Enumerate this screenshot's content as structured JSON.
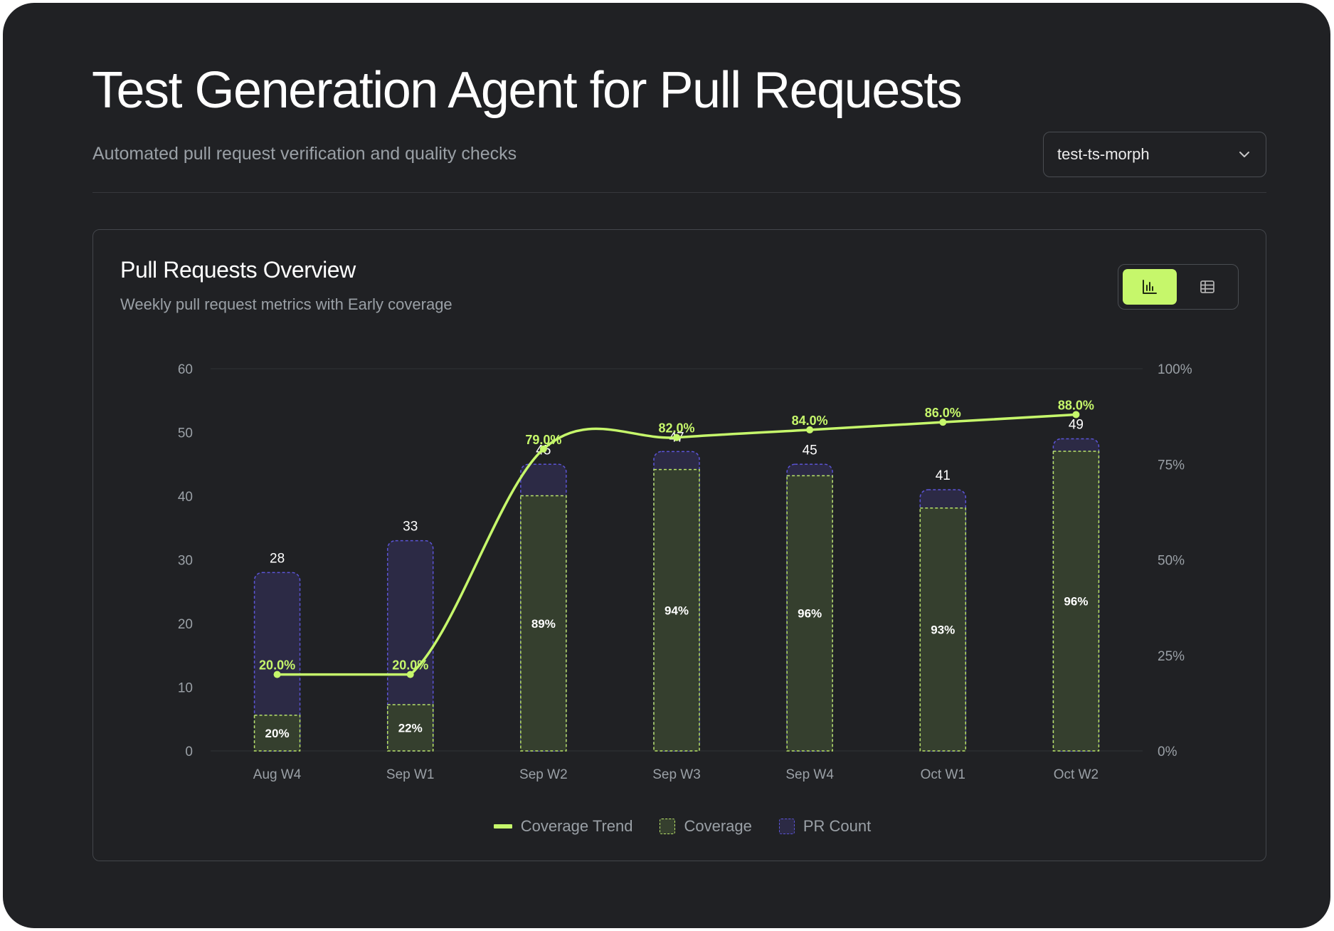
{
  "page": {
    "title": "Test Generation Agent for Pull Requests",
    "subtitle": "Automated pull request verification and quality checks",
    "repo_select": {
      "value": "test-ts-morph",
      "icon": "chevron-down-icon"
    }
  },
  "card": {
    "title": "Pull Requests Overview",
    "subtitle": "Weekly pull request metrics with Early coverage",
    "view_toggle": {
      "options": [
        {
          "icon": "bar-chart-icon",
          "active": true
        },
        {
          "icon": "table-icon",
          "active": false
        }
      ],
      "active_color": "#c6f76b"
    }
  },
  "chart_data": {
    "type": "bar",
    "categories": [
      "Aug W4",
      "Sep W1",
      "Sep W2",
      "Sep W3",
      "Sep W4",
      "Oct W1",
      "Oct W2"
    ],
    "series": [
      {
        "name": "PR Count",
        "axis": "left",
        "values": [
          28,
          33,
          45,
          47,
          45,
          41,
          49
        ],
        "color": "#2c2a45",
        "border": "#5b54d6"
      },
      {
        "name": "Coverage",
        "axis": "left",
        "stacked_within": "PR Count",
        "percent_labels": [
          "20%",
          "22%",
          "89%",
          "94%",
          "96%",
          "93%",
          "96%"
        ],
        "color": "#353f2e",
        "border": "#b9e36a"
      },
      {
        "name": "Coverage Trend",
        "type": "line",
        "axis": "right",
        "values": [
          20.0,
          20.0,
          79.0,
          82.0,
          84.0,
          86.0,
          88.0
        ],
        "labels": [
          "20.0%",
          "20.0%",
          "79.0%",
          "82.0%",
          "84.0%",
          "86.0%",
          "88.0%"
        ],
        "color": "#c6f76b"
      }
    ],
    "y_left": {
      "min": 0,
      "max": 60,
      "ticks": [
        "0",
        "10",
        "20",
        "30",
        "40",
        "50",
        "60"
      ]
    },
    "y_right": {
      "min": 0,
      "max": 100,
      "ticks": [
        "0%",
        "25%",
        "50%",
        "75%",
        "100%"
      ]
    },
    "grid": "top line only",
    "legend": {
      "position": "bottom",
      "items": [
        "Coverage Trend",
        "Coverage",
        "PR Count"
      ]
    }
  }
}
